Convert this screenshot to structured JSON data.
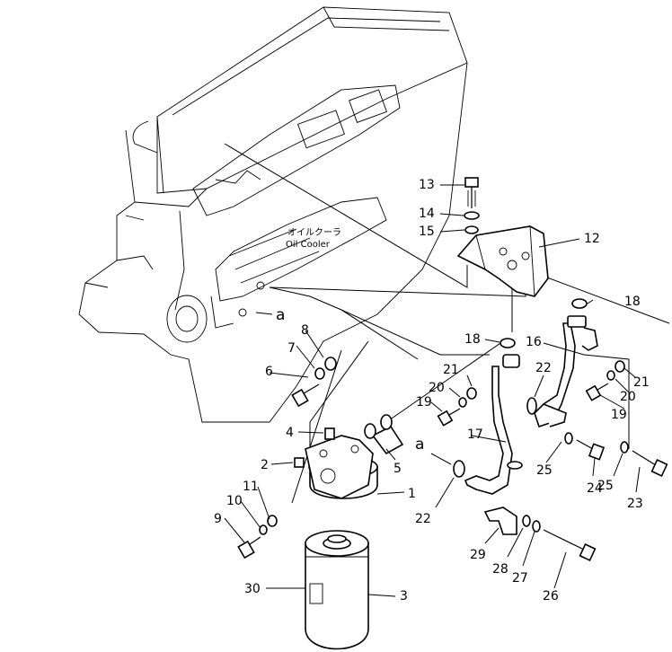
{
  "engine_label": {
    "jp": "オイルクーラ",
    "en": "Oil Cooler"
  },
  "reference_letter": "a",
  "parts": {
    "p1": "1",
    "p2": "2",
    "p3": "3",
    "p4": "4",
    "p5": "5",
    "p6": "6",
    "p7": "7",
    "p8": "8",
    "p9": "9",
    "p10": "10",
    "p11": "11",
    "p12": "12",
    "p13": "13",
    "p14": "14",
    "p15": "15",
    "p16": "16",
    "p17": "17",
    "p18a": "18",
    "p18b": "18",
    "p19a": "19",
    "p19b": "19",
    "p20a": "20",
    "p20b": "20",
    "p21a": "21",
    "p21b": "21",
    "p22a": "22",
    "p22b": "22",
    "p23": "23",
    "p24": "24",
    "p25a": "25",
    "p25b": "25",
    "p26": "26",
    "p27": "27",
    "p28": "28",
    "p29": "29",
    "p30": "30"
  }
}
